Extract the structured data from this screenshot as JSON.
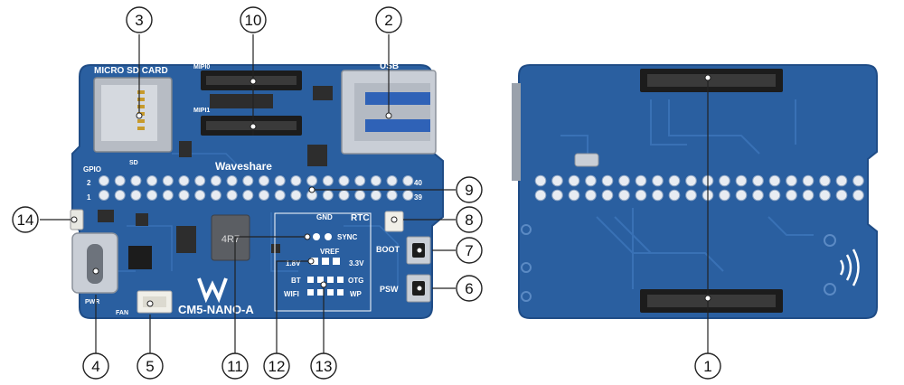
{
  "colors": {
    "pcb": "#2a5fa0",
    "pcb_edge": "#1f4c86",
    "trace": "#3b74b8",
    "silkscreen": "#ffffff",
    "pin_hole": "#e8ecf2",
    "connector": "#1c1c1c",
    "metal": "#c9ced6",
    "callout_line": "#222222",
    "background": "#ffffff"
  },
  "front": {
    "silk": {
      "micro_sd": "MICRO SD CARD",
      "mipi0": "MIPI0",
      "mipi1": "MIPI1",
      "usb": "USB",
      "brand": "Waveshare",
      "gpio": "GPIO",
      "pin_left_top": "2",
      "pin_left_bottom": "1",
      "pin_right_top": "40",
      "pin_right_bottom": "39",
      "rtc": "RTC",
      "boot": "BOOT",
      "psw": "PSW",
      "gnd": "GND",
      "sync": "SYNC",
      "vref": "VREF",
      "v18": "1.8V",
      "v33": "3.3V",
      "bt": "BT",
      "otg": "OTG",
      "wifi": "WIFI",
      "wp": "WP",
      "pwr": "PWR",
      "fan": "FAN",
      "sd": "SD",
      "model": "CM5-NANO-A",
      "inductor": "4R7"
    }
  },
  "callouts": [
    {
      "id": "c1",
      "label": "1"
    },
    {
      "id": "c2",
      "label": "2"
    },
    {
      "id": "c3",
      "label": "3"
    },
    {
      "id": "c4",
      "label": "4"
    },
    {
      "id": "c5",
      "label": "5"
    },
    {
      "id": "c6",
      "label": "6"
    },
    {
      "id": "c7",
      "label": "7"
    },
    {
      "id": "c8",
      "label": "8"
    },
    {
      "id": "c9",
      "label": "9"
    },
    {
      "id": "c10",
      "label": "10"
    },
    {
      "id": "c11",
      "label": "11"
    },
    {
      "id": "c12",
      "label": "12"
    },
    {
      "id": "c13",
      "label": "13"
    },
    {
      "id": "c14",
      "label": "14"
    }
  ]
}
